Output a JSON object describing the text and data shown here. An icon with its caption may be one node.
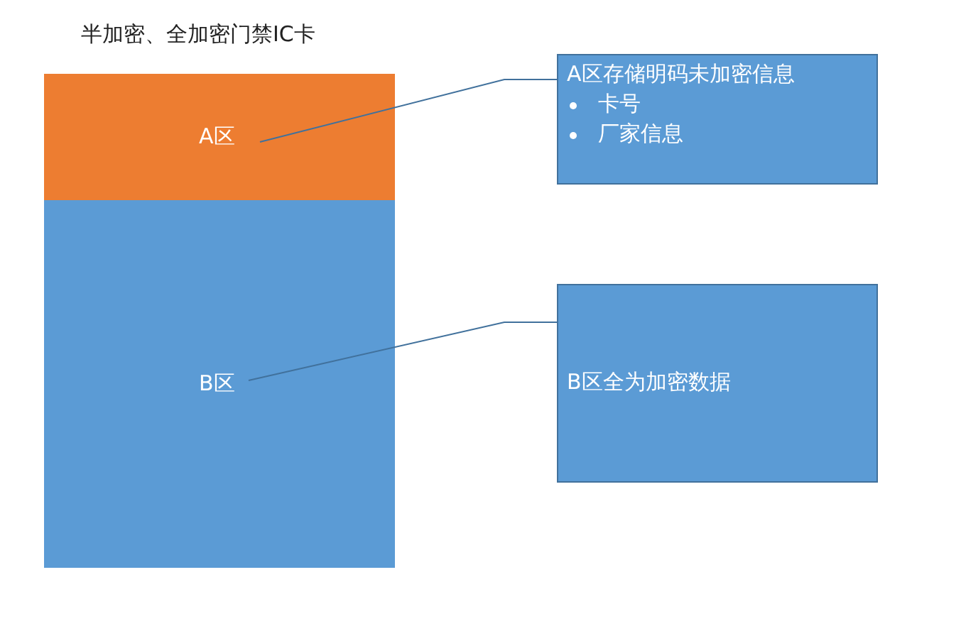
{
  "diagram": {
    "title": "半加密、全加密门禁IC卡",
    "nodes": [
      {
        "text": [
          "A区"
        ]
      },
      {
        "text": [
          "B区"
        ]
      },
      {
        "text": [
          "A区存储明码未加密信息",
          "卡号",
          "厂家信息"
        ]
      },
      {
        "text": [
          "B区全为加密数据"
        ]
      }
    ],
    "edges": [
      {
        "from": 0,
        "to": 2,
        "arrow": "none"
      },
      {
        "from": 1,
        "to": 3,
        "arrow": "none"
      }
    ]
  }
}
